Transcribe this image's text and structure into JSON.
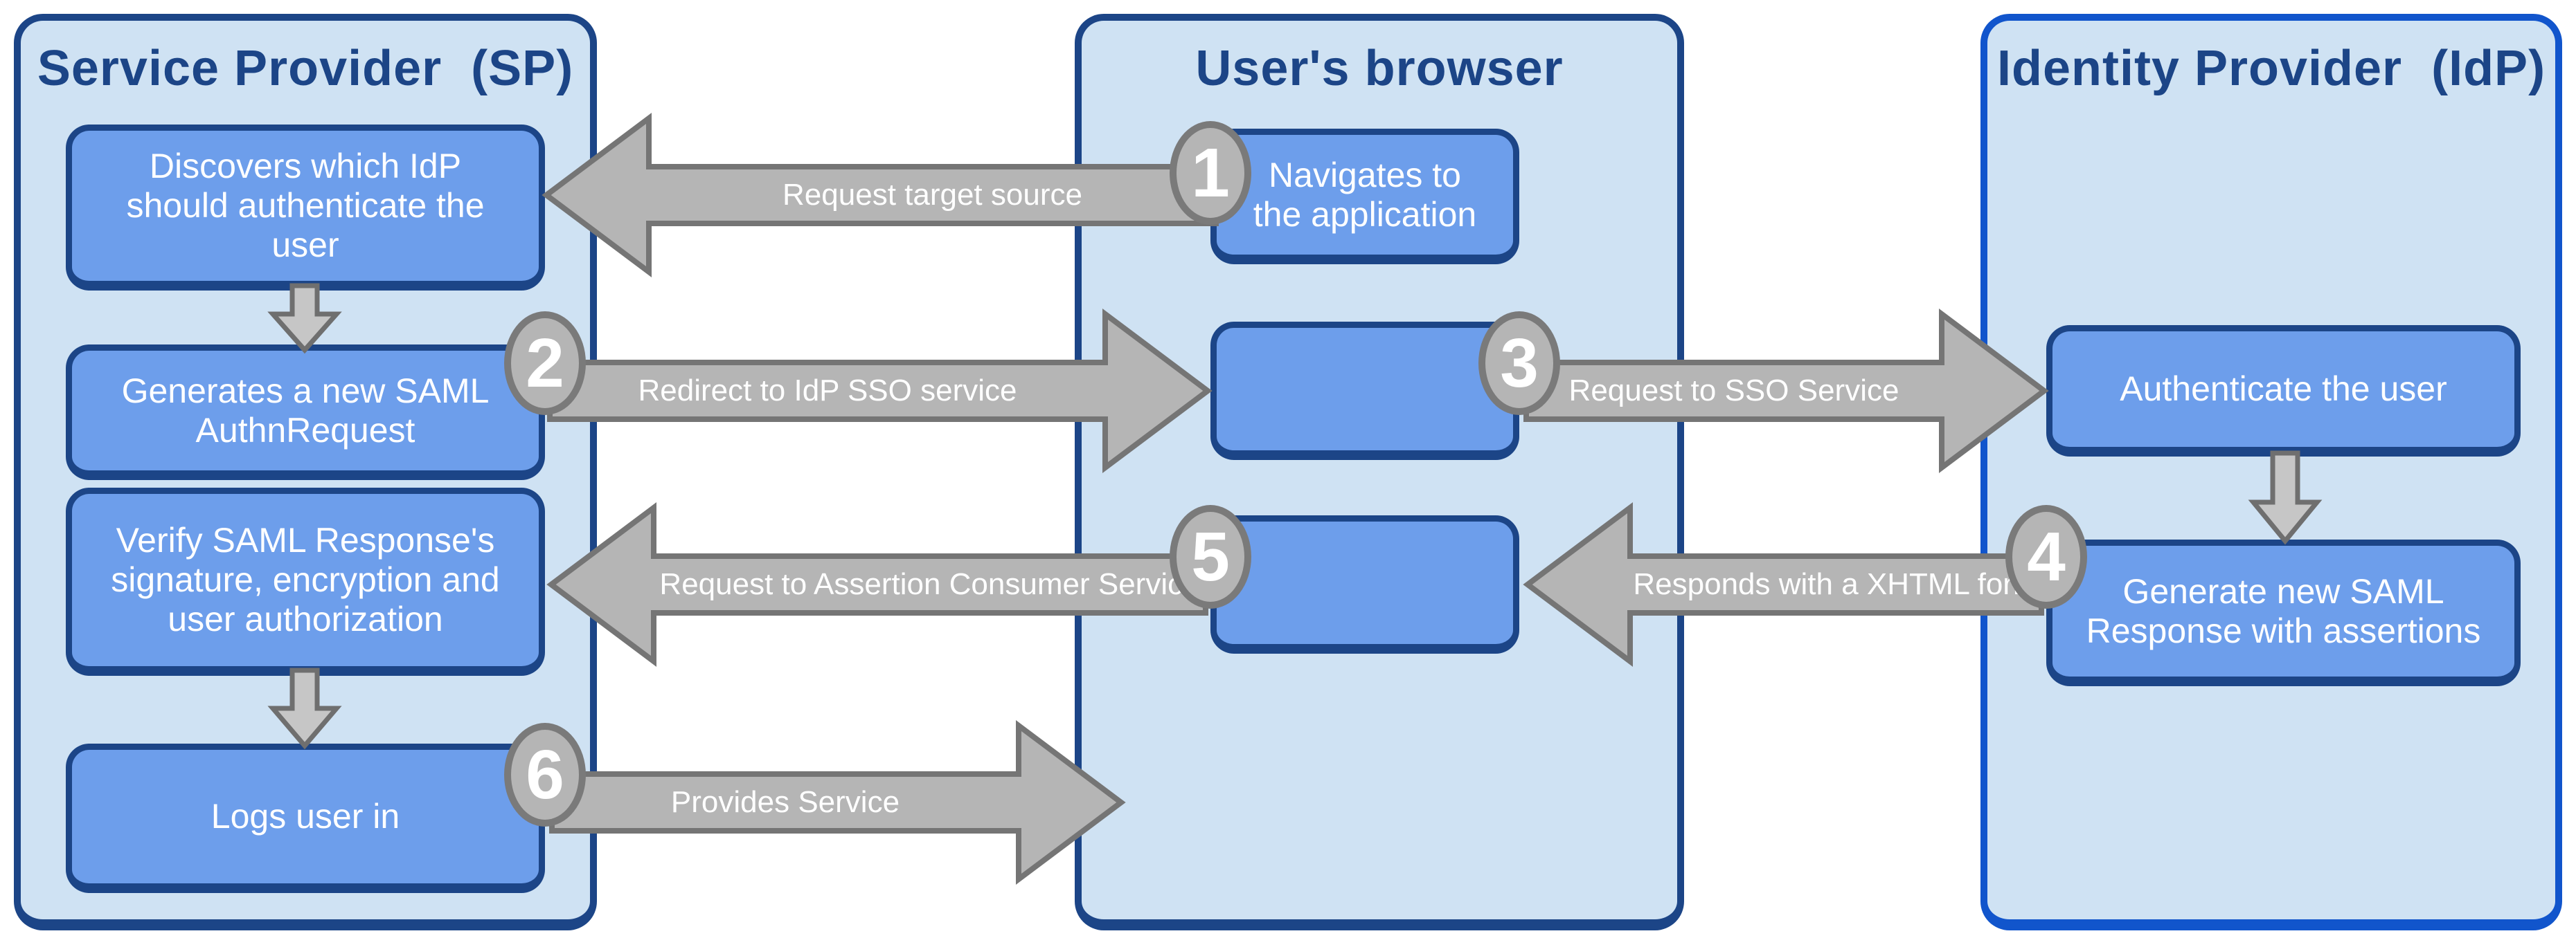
{
  "panels": {
    "service_provider": {
      "title": "Service Provider  (SP)"
    },
    "browser": {
      "title": "User's browser"
    },
    "identity_provider": {
      "title": "Identity Provider  (IdP)"
    }
  },
  "boxes": {
    "discover_idp": {
      "label": "Discovers which IdP should authenticate the user"
    },
    "generate_authn_request": {
      "label": "Generates a new SAML AuthnRequest"
    },
    "verify_response": {
      "label": "Verify SAML Response's signature, encryption and user authorization"
    },
    "logs_user_in": {
      "label": "Logs user in"
    },
    "navigates_to_app": {
      "label": "Navigates to the application"
    },
    "authenticate_user": {
      "label": "Authenticate the user"
    },
    "generate_saml_response": {
      "label": "Generate new SAML Response with assertions"
    }
  },
  "arrows": {
    "request_target_source": {
      "step": "1",
      "label": "Request target source",
      "direction": "left"
    },
    "redirect_to_idp_sso": {
      "step": "2",
      "label": "Redirect to IdP SSO service",
      "direction": "right"
    },
    "request_to_sso_service": {
      "step": "3",
      "label": "Request to SSO Service",
      "direction": "right"
    },
    "responds_with_xhtml_form": {
      "step": "4",
      "label": "Responds with a XHTML form",
      "direction": "left"
    },
    "request_to_assertion_service": {
      "step": "5",
      "label": "Request to Assertion Consumer Service",
      "direction": "left"
    },
    "provides_service": {
      "step": "6",
      "label": "Provides Service",
      "direction": "right"
    }
  },
  "colors": {
    "panel_fill": "#cfe2f3",
    "panel_border": "#1c4587",
    "idp_panel_border": "#1155cc",
    "node_fill": "#6d9eeb",
    "node_border": "#1c4587",
    "node_text": "#ffffff",
    "arrow_fill": "#b5b5b5",
    "arrow_border": "#757575",
    "badge_fill": "#b5b5b5",
    "badge_border": "#7a7a7a",
    "header_text": "#1c4587"
  }
}
